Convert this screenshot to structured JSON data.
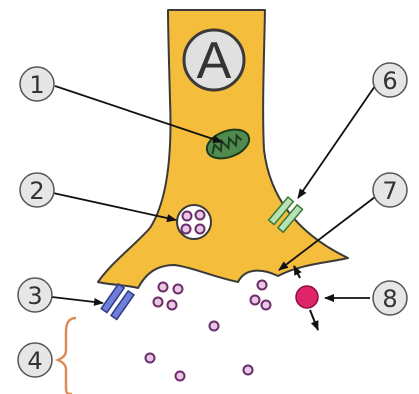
{
  "diagram": {
    "terminal_label": "A",
    "callouts": [
      {
        "number": "1"
      },
      {
        "number": "2"
      },
      {
        "number": "3"
      },
      {
        "number": "4"
      },
      {
        "number": "6"
      },
      {
        "number": "7"
      },
      {
        "number": "8"
      }
    ],
    "colors": {
      "terminal_fill": "#f4bd3c",
      "terminal_stroke": "#3a3a3a",
      "label_circle_fill": "#e0e0e0",
      "mitochondrion_fill": "#4f8a4f",
      "vesicle_fill": "#e8c8e4",
      "vesicle_stroke": "#6a2d69",
      "receptor_blue": "#6f7fd9",
      "receptor_green": "#b8e2b2",
      "pump_red": "#e0246a",
      "brace_color": "#e08a58",
      "callout_circle_fill": "#e6e6e6"
    }
  }
}
